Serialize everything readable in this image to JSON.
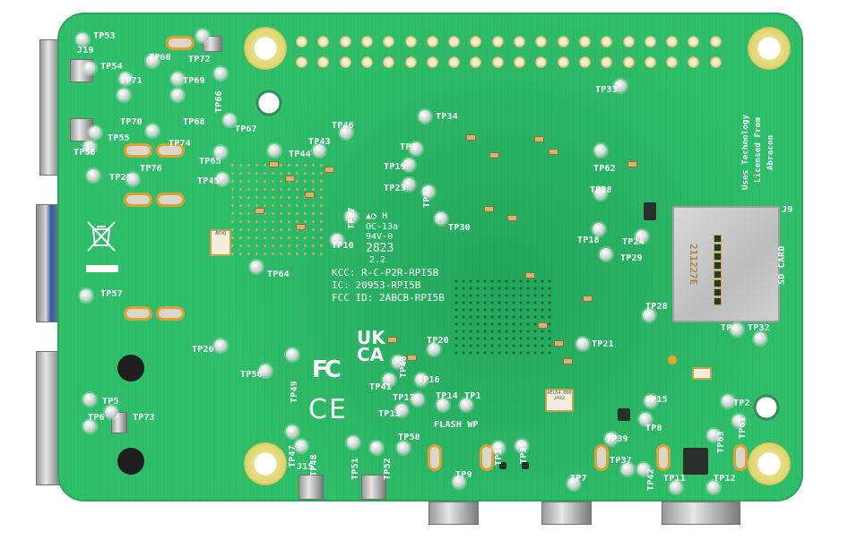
{
  "image": {
    "subject": "Raspberry Pi 5 circuit board, underside view",
    "board_color": "#2fbf6a",
    "silkscreen_color": "#ffffff"
  },
  "markings": {
    "certification": {
      "kcc": "KCC: R-C-P2R-RPI5B",
      "ic": "IC: 20953-RPI5B",
      "fcc_id": "FCC ID: 2ABCB-RPI5B"
    },
    "ul_block": {
      "ul_line": "H",
      "rating": "OC-13a",
      "flammability": "94V-0",
      "date_code": "2823",
      "revision": "2.2"
    },
    "logos": {
      "ukca_top": "UK",
      "ukca_bottom": "CA",
      "fcc": "FC",
      "ce": "CE"
    },
    "abracon_notice": [
      "Uses Technology",
      "Licensed From",
      "Abracon"
    ],
    "sd_card_label": "SD CARD",
    "sd_card_code": "211227E",
    "flash_wp": "FLASH WP",
    "crystal_top": "AEL54.000",
    "crystal_code": "2422",
    "crystal_left": "AE3Q",
    "connectors": {
      "j19": "J19",
      "j9": "J9",
      "j15": "J15"
    }
  },
  "test_points": {
    "tp53": "TP53",
    "tp54": "TP54",
    "tp55": "TP55",
    "tp56": "TP56",
    "tp25": "TP25",
    "tp76": "TP76",
    "tp60": "TP60",
    "tp72": "TP72",
    "tp71": "TP71",
    "tp69": "TP69",
    "tp70": "TP70",
    "tp68": "TP68",
    "tp74": "TP74",
    "tp66": "TP66",
    "tp67": "TP67",
    "tp65": "TP65",
    "tp45": "TP45",
    "tp44": "TP44",
    "tp43": "TP43",
    "tp46": "TP46",
    "tp27": "TP27",
    "tp10": "TP10",
    "tp64": "TP64",
    "tp57": "TP57",
    "tp26": "TP26",
    "tp5": "TP5",
    "tp6": "TP6",
    "tp73": "TP73",
    "tp50": "TP50",
    "tp49": "TP49",
    "tp47": "TP47",
    "tp48": "TP48",
    "tp51": "TP51",
    "tp52": "TP52",
    "tp58": "TP58",
    "tp40": "TP40",
    "tp41": "TP41",
    "tp16": "TP16",
    "tp17": "TP17",
    "tp13": "TP13",
    "tp14": "TP14",
    "tp1": "TP1",
    "tp20": "TP20",
    "tp3": "TP3",
    "tp19": "TP19",
    "tp23": "TP23",
    "tp31": "TP31",
    "tp30": "TP30",
    "tp34": "TP34",
    "tp33": "TP33",
    "tp62": "TP62",
    "tp38": "TP38",
    "tp18": "TP18",
    "tp24": "TP24",
    "tp29": "TP29",
    "tp28": "TP28",
    "tp21": "TP21",
    "tp4": "TP4",
    "tp32": "TP32",
    "tp15": "TP15",
    "tp8": "TP8",
    "tp2": "TP2",
    "tp63": "TP63",
    "tp61": "TP61",
    "tp39": "TP39",
    "tp37": "TP37",
    "tp42": "TP42",
    "tp11": "TP11",
    "tp12": "TP12",
    "tp36": "TP36",
    "tp35": "TP35",
    "tp9": "TP9",
    "tp7": "TP7"
  },
  "gpio_header": {
    "rows": 2,
    "pins_per_row": 20
  }
}
